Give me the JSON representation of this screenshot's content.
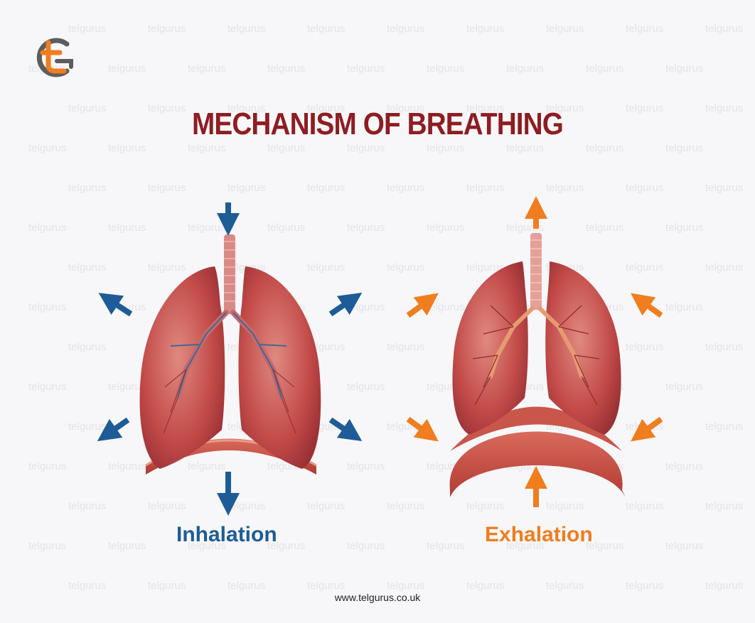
{
  "title": "MECHANISM OF BREATHING",
  "logo": {
    "name": "telgurus-logo",
    "colors": {
      "orange": "#f07d1e",
      "gray": "#5d5d5d"
    }
  },
  "panels": [
    {
      "id": "inhalation",
      "label": "Inhalation",
      "color": "#1d5c96",
      "diaphragm": "flattened",
      "arrows": "outward"
    },
    {
      "id": "exhalation",
      "label": "Exhalation",
      "color": "#f07d1e",
      "diaphragm": "domed",
      "arrows": "inward"
    }
  ],
  "footer": {
    "url": "www.telgurus.co.uk"
  },
  "watermark": {
    "text": "telgurus"
  },
  "colors": {
    "title": "#8e1d22",
    "lung": "#b43a3c",
    "lung_light": "#d9706a",
    "diaphragm": "#c2453b",
    "trachea": "#d98a86"
  }
}
